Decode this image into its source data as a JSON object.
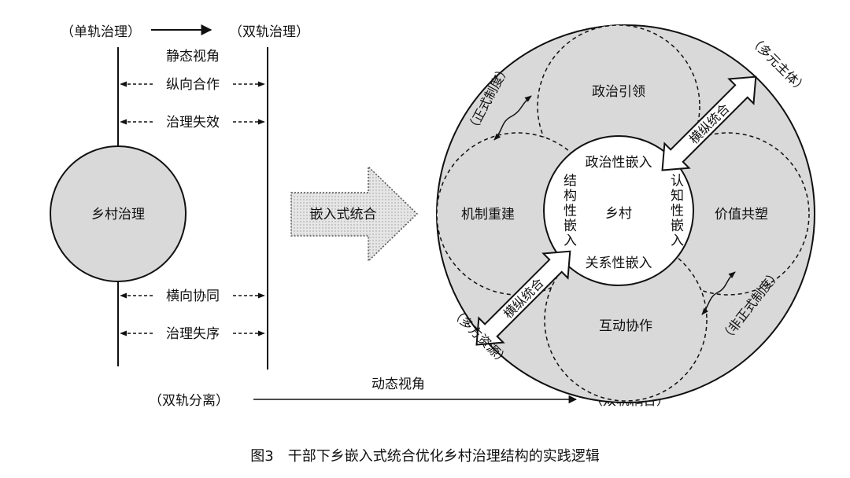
{
  "left": {
    "top_left": "（单轨治理）",
    "top_right": "（双轨治理）",
    "static_view": "静态视角",
    "vertical_coop": "纵向合作",
    "gov_failure": "治理失效",
    "rural_gov": "乡村治理",
    "horizontal_coord": "横向协同",
    "gov_disorder": "治理失序",
    "bottom_left": "（双轨分离）",
    "dynamic_view": "动态视角",
    "bottom_right": "（双轨耦合）"
  },
  "arrow_label": "嵌入式统合",
  "right": {
    "multi_subject": "（多元主体）",
    "formal_inst": "（正式制度）",
    "informal_inst": "（非正式制度）",
    "multi_resource": "（多方资源）",
    "political_lead": "政治引领",
    "mechanism_rebuild": "机制重建",
    "value_shaping": "价值共塑",
    "interactive_coop": "互动协作",
    "village": "乡村",
    "political_embed": "政治性嵌入",
    "relation_embed": "关系性嵌入",
    "structure_embed": "结构性嵌入",
    "cognitive_embed": "认知性嵌入",
    "hv_integration_top": "横纵统合",
    "hv_integration_bottom": "横纵统合"
  },
  "caption": "图3　干部下乡嵌入式统合优化乡村治理结构的实践逻辑"
}
